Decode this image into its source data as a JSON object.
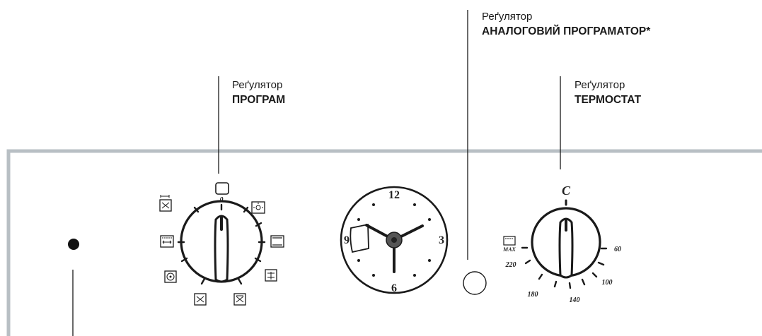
{
  "labels": {
    "analog_programmer": {
      "line1": "Реґулятор",
      "line2": "АНАЛОГОВИЙ ПРОГРАМАТОР*"
    },
    "programs": {
      "line1": "Реґулятор",
      "line2": "ПРОГРАМ"
    },
    "thermostat": {
      "line1": "Реґулятор",
      "line2": "ТЕРМОСТАТ"
    }
  },
  "program_knob": {
    "zero_mark": "0"
  },
  "clock": {
    "numbers": [
      "12",
      "3",
      "6",
      "9"
    ]
  },
  "thermostat_knob": {
    "top_mark": "C",
    "scale": [
      "MAX",
      "220",
      "180",
      "140",
      "100",
      "60"
    ]
  },
  "colors": {
    "panel_border": "#b8bfc4",
    "ink": "#1a1a1a"
  }
}
